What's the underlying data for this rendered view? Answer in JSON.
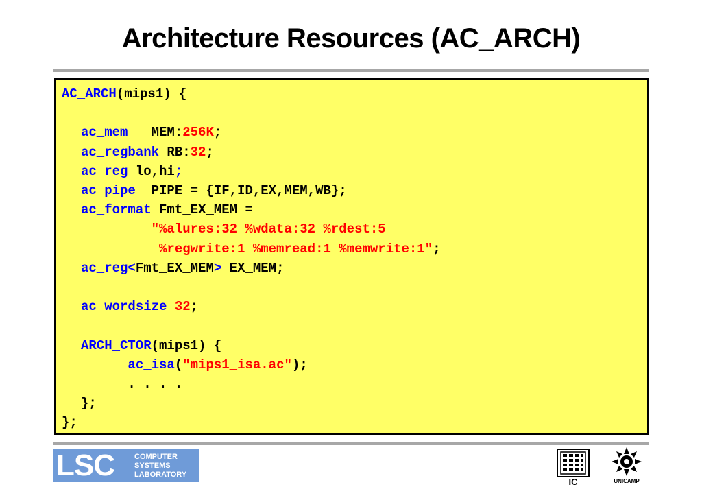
{
  "slide": {
    "title": "Architecture Resources (AC_ARCH)"
  },
  "code": {
    "l1": {
      "kw": "AC_ARCH",
      "rest": "(mips1) {"
    },
    "l3": {
      "kw": "ac_mem",
      "sp": "   MEM:",
      "num": "256K",
      "end": ";"
    },
    "l4": {
      "kw": "ac_regbank",
      "sp": " RB:",
      "num": "32",
      "end": ";"
    },
    "l5": {
      "kw": "ac_reg",
      "rest": " lo,hi",
      "end": ";"
    },
    "l6": {
      "kw": "ac_pipe",
      "rest": "  PIPE = {IF,ID,EX,MEM,WB};"
    },
    "l7": {
      "kw": "ac_format",
      "rest": " Fmt_EX_MEM ="
    },
    "l8": {
      "pad": "         ",
      "str": "\"%alures:32 %wdata:32 %rdest:5"
    },
    "l9": {
      "pad": "          ",
      "str": "%regwrite:1 %memread:1 %memwrite:1\"",
      "end": ";"
    },
    "l10": {
      "kw": "ac_reg<",
      "mid": "Fmt_EX_MEM",
      "kw2": ">",
      "rest": " EX_MEM;"
    },
    "l12": {
      "kw": "ac_wordsize",
      "sp": " ",
      "num": "32",
      "end": ";"
    },
    "l14": {
      "kw": "ARCH_CTOR",
      "rest": "(mips1) {"
    },
    "l15": {
      "pad": "      ",
      "kw": "ac_isa",
      "open": "(",
      "str": "\"mips1_isa.ac\"",
      "close": ");"
    },
    "l16": {
      "pad": "      ",
      "dots": ". . . ."
    },
    "l17": {
      "close": "};"
    },
    "l18": {
      "close": "};"
    }
  },
  "footer": {
    "lsc_letters": "LSC",
    "lsc_line1": "COMPUTER",
    "lsc_line2": "SYSTEMS",
    "lsc_line3": "LABORATORY",
    "ic_label": "IC",
    "unicamp_label": "UNICAMP"
  },
  "colors": {
    "code_background": "#ffff66",
    "keyword": "#0000ff",
    "literal": "#ff0000",
    "rule": "#a7a7a7",
    "lsc_blue": "#6f9bd8"
  }
}
